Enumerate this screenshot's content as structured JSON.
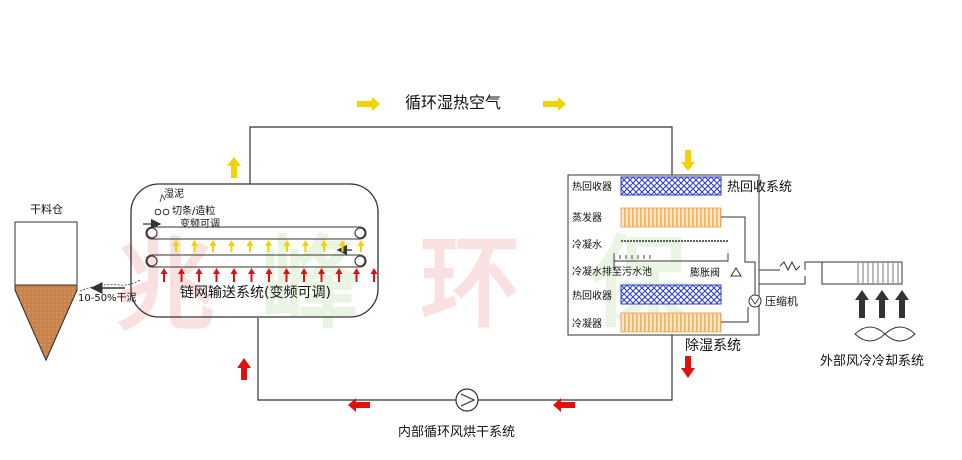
{
  "watermark": "兆峰环保",
  "labels": {
    "circulating_air": "循环湿热空气",
    "dry_bin": "干料仓",
    "wet_sludge": "湿泥",
    "cut_strip": "切条/造粒",
    "variable_freq": "变频可调",
    "feed": "10-50%干泥",
    "chain_conveyor": "链网输送系统(变频可调)",
    "heat_recovery_1": "热回收器",
    "heat_recovery_system": "热回收系统",
    "evaporator": "蒸发器",
    "condensed_water": "冷凝水",
    "drain": "冷凝水排至污水池",
    "expansion_valve": "膨胀阀",
    "heat_recovery_2": "热回收器",
    "compressor": "压缩机",
    "condenser": "冷凝器",
    "dehumidify_system": "除湿系统",
    "external_cooling": "外部风冷冷却系统",
    "internal_drying": "内部循环风烘干系统"
  },
  "colors": {
    "line": "#333333",
    "yellow_arrow": "#f2d200",
    "red_arrow": "#e01010",
    "blue_hatch": "#2f3fc8",
    "orange_stripe": "#f0b060",
    "sludge": "#c8824a",
    "watermark_red": "#f6caca",
    "watermark_green": "#cdeccd"
  }
}
